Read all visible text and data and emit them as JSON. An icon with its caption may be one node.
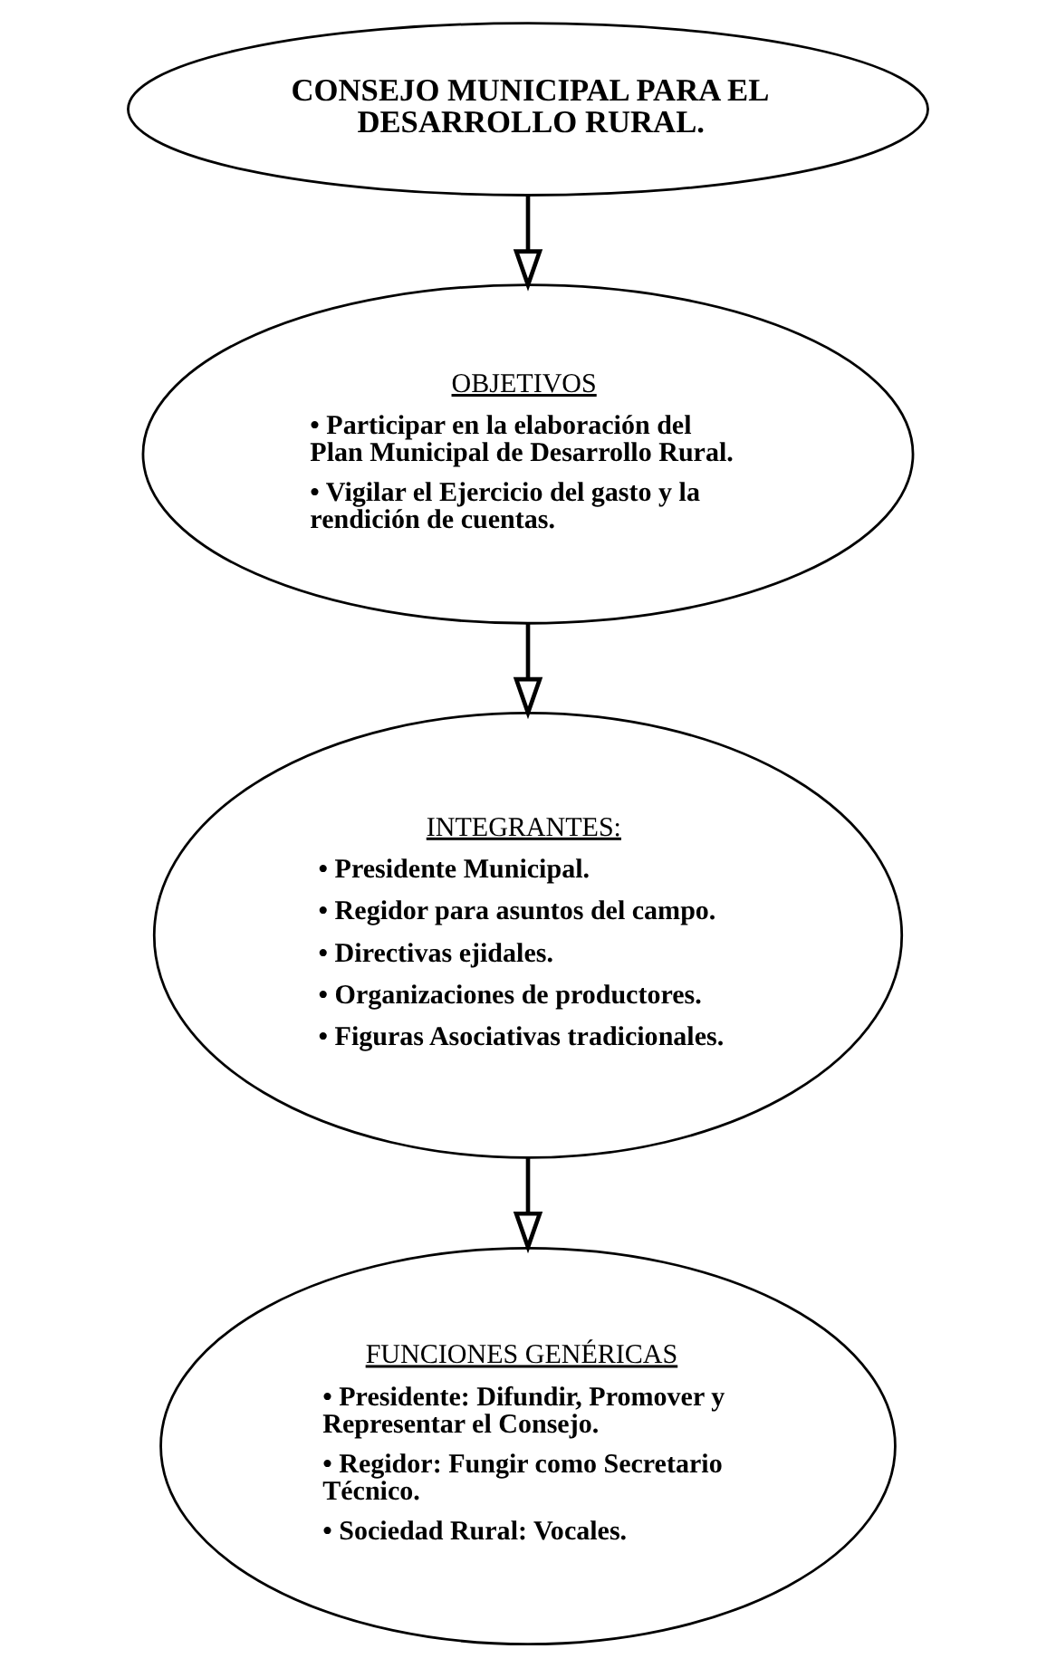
{
  "diagram": {
    "nodes": [
      {
        "text": [
          "CONSEJO MUNICIPAL PARA EL DESARROLLO RURAL."
        ]
      },
      {
        "text": [
          "OBJETIVOS",
          "• Participar en la elaboración del Plan Municipal de Desarrollo Rural.",
          "• Vigilar el Ejercicio del gasto y la rendición de cuentas."
        ]
      },
      {
        "text": [
          "INTEGRANTES:",
          "• Presidente Municipal.",
          "• Regidor para asuntos del campo.",
          "• Directivas ejidales.",
          "• Organizaciones de productores.",
          "• Figuras Asociativas tradicionales."
        ]
      },
      {
        "text": [
          "FUNCIONES GENÉRICAS",
          "• Presidente: Difundir, Promover y Representar el Consejo.",
          "• Regidor: Fungir como Secretario Técnico.",
          "• Sociedad Rural: Vocales."
        ]
      }
    ],
    "edges": [
      {
        "from": 0,
        "to": 1,
        "arrow": "to"
      },
      {
        "from": 1,
        "to": 2,
        "arrow": "to"
      },
      {
        "from": 2,
        "to": 3,
        "arrow": "to"
      }
    ]
  }
}
